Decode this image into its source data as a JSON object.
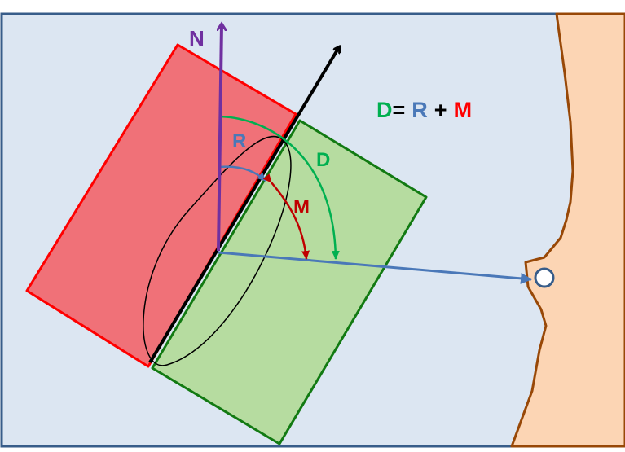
{
  "labels": {
    "north": "N",
    "r": "R",
    "m": "M",
    "d": "D"
  },
  "equation": {
    "lhs": "D",
    "eq": "=",
    "term1": "R",
    "plus": "+",
    "term2": "M"
  },
  "colors": {
    "background": "#dce6f2",
    "frame": "#385d8a",
    "red_panel_fill": "#f07178",
    "red_panel_stroke": "#ff0000",
    "green_panel_fill": "#b6dca0",
    "green_panel_stroke": "#127a12",
    "north": "#7030a0",
    "r_arc": "#4a78b8",
    "m_arc": "#c00000",
    "d_arc": "#00b050",
    "beam": "#4a78b8",
    "terrain_fill": "#fcd5b4",
    "terrain_stroke": "#984807",
    "axis": "#000000"
  }
}
